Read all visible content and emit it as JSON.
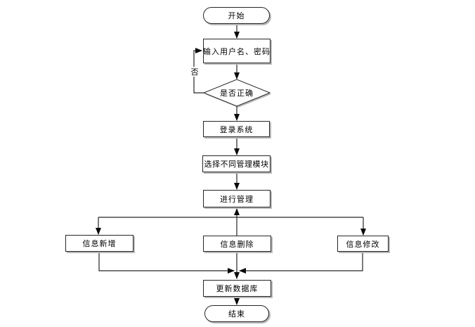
{
  "diagram": {
    "type": "flowchart",
    "colors": {
      "background": "#ffffff",
      "line": "#262626",
      "node_fill": "#ffffff",
      "node_border": "#262626",
      "node_shadow": "#b9b9b9",
      "text": "#000000"
    },
    "nodes": {
      "start": {
        "label": "开始",
        "shape": "terminator"
      },
      "input_credentials": {
        "label": "输入用户名、密码",
        "shape": "process"
      },
      "check_correct": {
        "label": "是否正确",
        "shape": "decision"
      },
      "login_system": {
        "label": "登录系统",
        "shape": "process"
      },
      "select_module": {
        "label": "选择不同管理模块",
        "shape": "process"
      },
      "do_manage": {
        "label": "进行管理",
        "shape": "process"
      },
      "info_add": {
        "label": "信息新增",
        "shape": "process"
      },
      "info_delete": {
        "label": "信息删除",
        "shape": "process"
      },
      "info_modify": {
        "label": "信息修改",
        "shape": "process"
      },
      "update_database": {
        "label": "更新数据库",
        "shape": "process"
      },
      "end": {
        "label": "结束",
        "shape": "terminator"
      }
    },
    "edge_labels": {
      "no": "否"
    }
  }
}
